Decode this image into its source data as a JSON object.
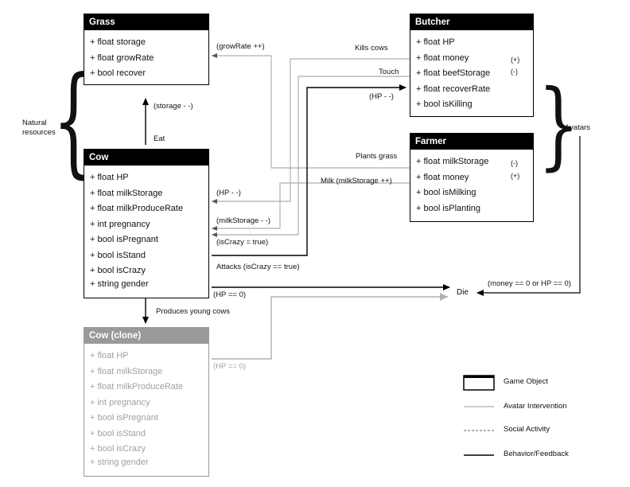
{
  "boxes": {
    "grass": {
      "title": "Grass",
      "attrs": [
        "+ float storage",
        "+ float growRate",
        "+ bool recover"
      ]
    },
    "cow": {
      "title": "Cow",
      "attrs": [
        "+ float HP",
        "+ float milkStorage",
        "+ float milkProduceRate",
        "+ int pregnancy",
        "+ bool isPregnant",
        "+ bool isStand",
        "+ bool isCrazy",
        "+ string gender"
      ]
    },
    "clone": {
      "title": "Cow (clone)",
      "attrs": [
        "+ float HP",
        "+ float milkStorage",
        "+ float milkProduceRate",
        "+ int pregnancy",
        "+ bool isPregnant",
        "+ bool isStand",
        "+ bool isCrazy",
        "+ string gender"
      ]
    },
    "butcher": {
      "title": "Butcher",
      "attrs": [
        "+ float HP",
        "+ float money",
        "+ float beefStorage",
        "+ float recoverRate",
        "+ bool isKilling"
      ]
    },
    "farmer": {
      "title": "Farmer",
      "attrs": [
        "+ float milkStorage",
        "+ float money",
        "+ bool isMilking",
        "+ bool isPlanting"
      ]
    }
  },
  "labels": {
    "grow_rate": "(growRate ++)",
    "kills_cows": "Kills cows",
    "touch": "Touch",
    "hp_minus_butcher": "(HP - -)",
    "storage_minus": "(storage - -)",
    "eat": "Eat",
    "natural_resources": "Natural\nresources",
    "avatars": "Avatars",
    "plants_grass": "Plants grass",
    "milk": "Milk (milkStorage ++)",
    "hp_minus_cow": "(HP - -)",
    "milk_storage_minus": "(milkStorage - -)",
    "is_crazy_true": "(isCrazy = true)",
    "attacks": "Attacks (isCrazy == true)",
    "hp_zero": "(HP == 0)",
    "hp_zero_clone": "(HP == 0)",
    "die": "Die",
    "money_or_hp": "(money == 0 or HP == 0)",
    "produces": "Produces young cows",
    "butcher_plus": "(+)",
    "butcher_minus": "(-)",
    "farmer_minus": "(-)",
    "farmer_plus": "(+)"
  },
  "legend": {
    "game_object": "Game Object",
    "avatar_intervention": "Avatar Intervention",
    "social_activity": "Social Activity",
    "behavior_feedback": "Behavior/Feedback"
  },
  "colors": {
    "behavior": "#000000",
    "intervention": "#9a9a9a",
    "clone": "#a0a0a0"
  }
}
